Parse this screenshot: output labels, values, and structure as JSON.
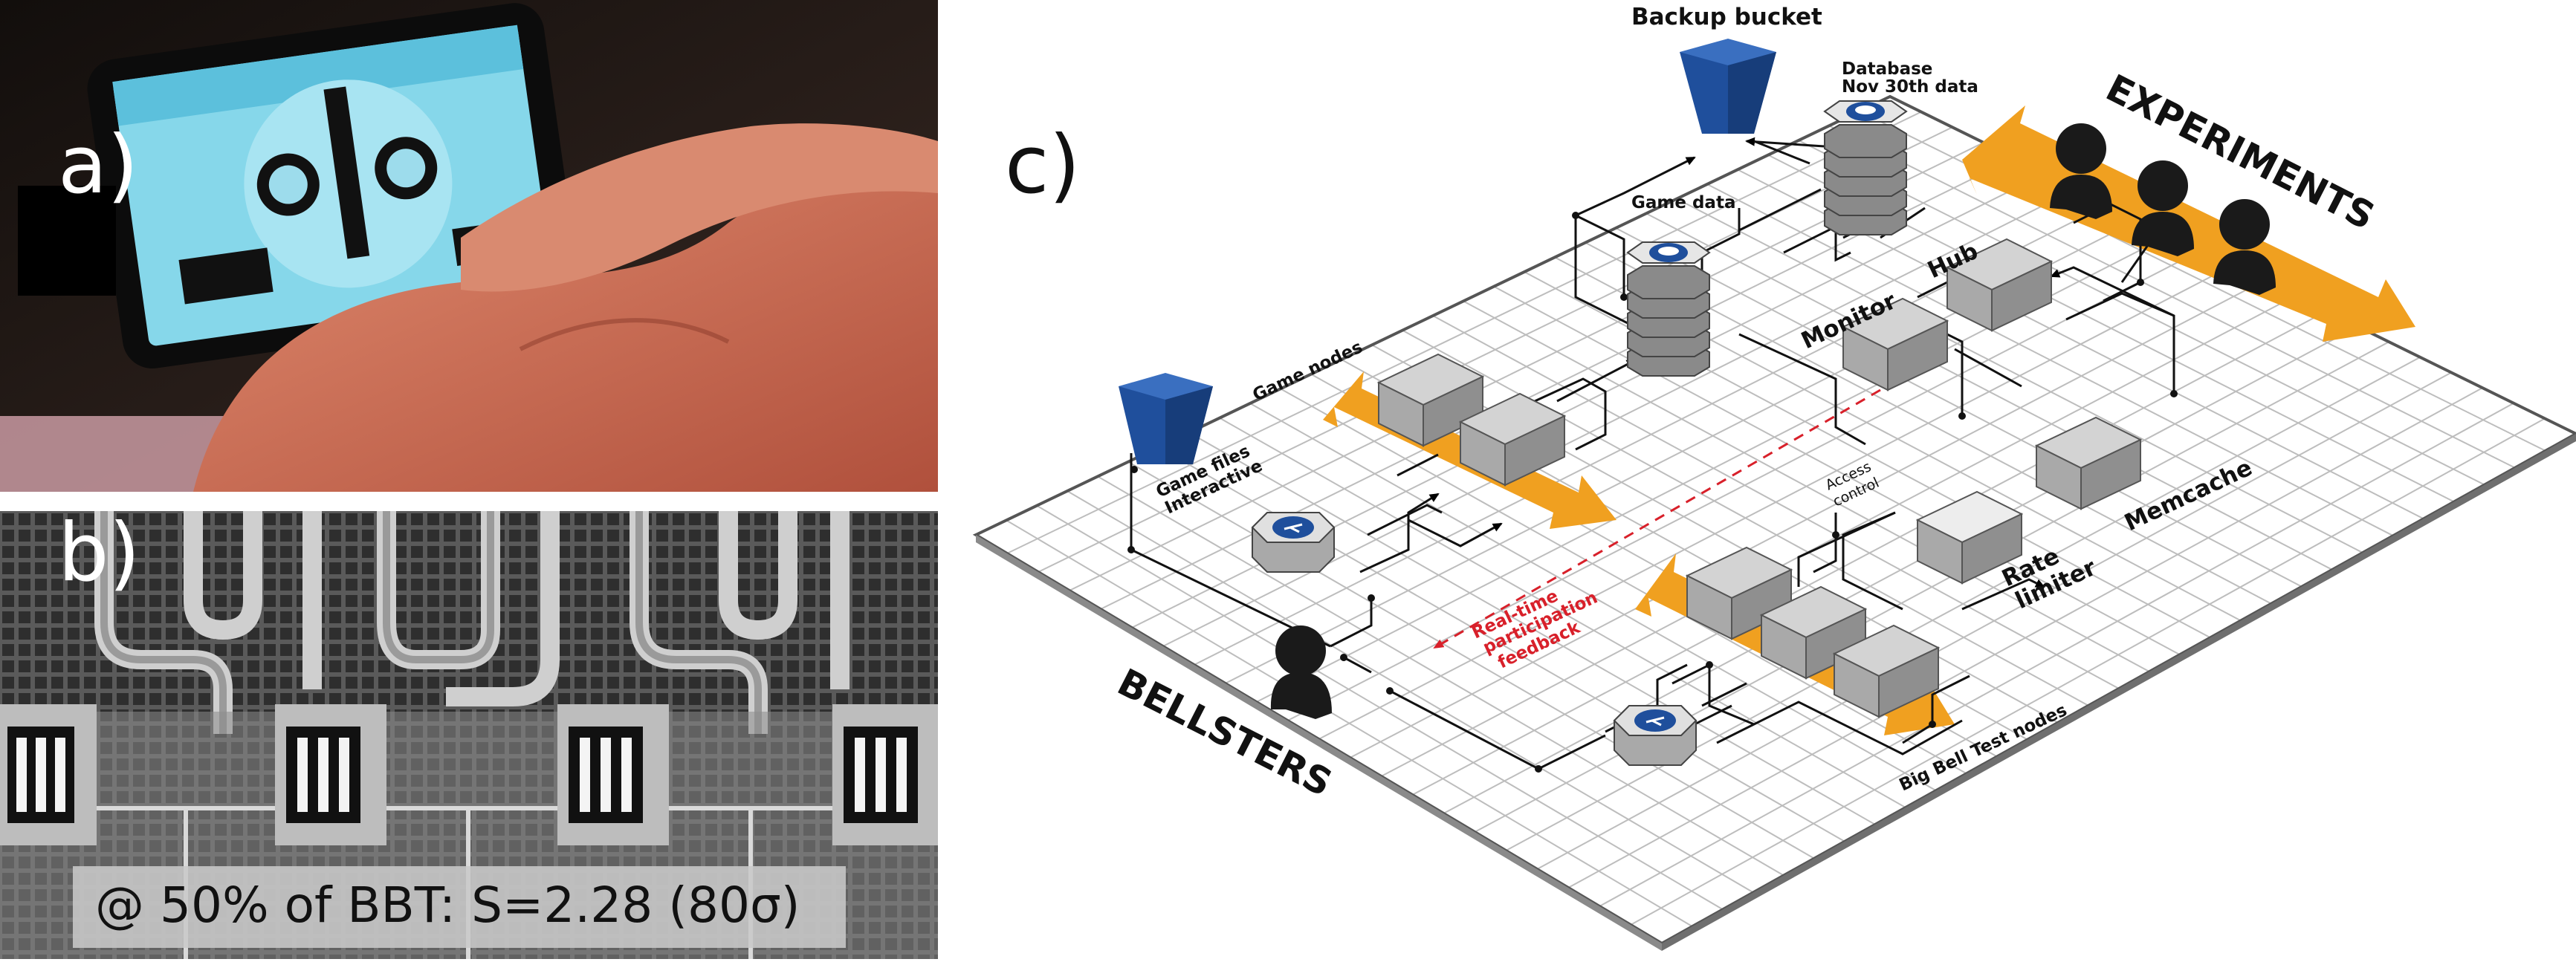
{
  "panels": {
    "a": {
      "label": "a)"
    },
    "b": {
      "label": "b)",
      "caption": "@ 50% of BBT: S=2.28 (80σ)"
    },
    "c": {
      "label": "c)"
    }
  },
  "diagram": {
    "backup_bucket": "Backup bucket",
    "database_line1": "Database",
    "database_line2": "Nov 30th data",
    "game_data": "Game data",
    "game_nodes": "Game nodes",
    "game_files_line1": "Game files",
    "game_files_line2": "Interactive",
    "experiments": "EXPERIMENTS",
    "bellsters": "BELLSTERS",
    "monitor": "Monitor",
    "hub": "Hub",
    "memcache": "Memcache",
    "rate_limiter_line1": "Rate",
    "rate_limiter_line2": "limiter",
    "access_control_line1": "Access",
    "access_control_line2": "control",
    "feedback_line1": "Real-time",
    "feedback_line2": "participation",
    "feedback_line3": "feedback",
    "bbt_nodes": "Big Bell Test nodes"
  },
  "colors": {
    "orange": "#f0a020",
    "bucket_blue": "#1f4f9c",
    "feedback_red": "#d8202a",
    "box_grey": "#d3d3d3"
  }
}
